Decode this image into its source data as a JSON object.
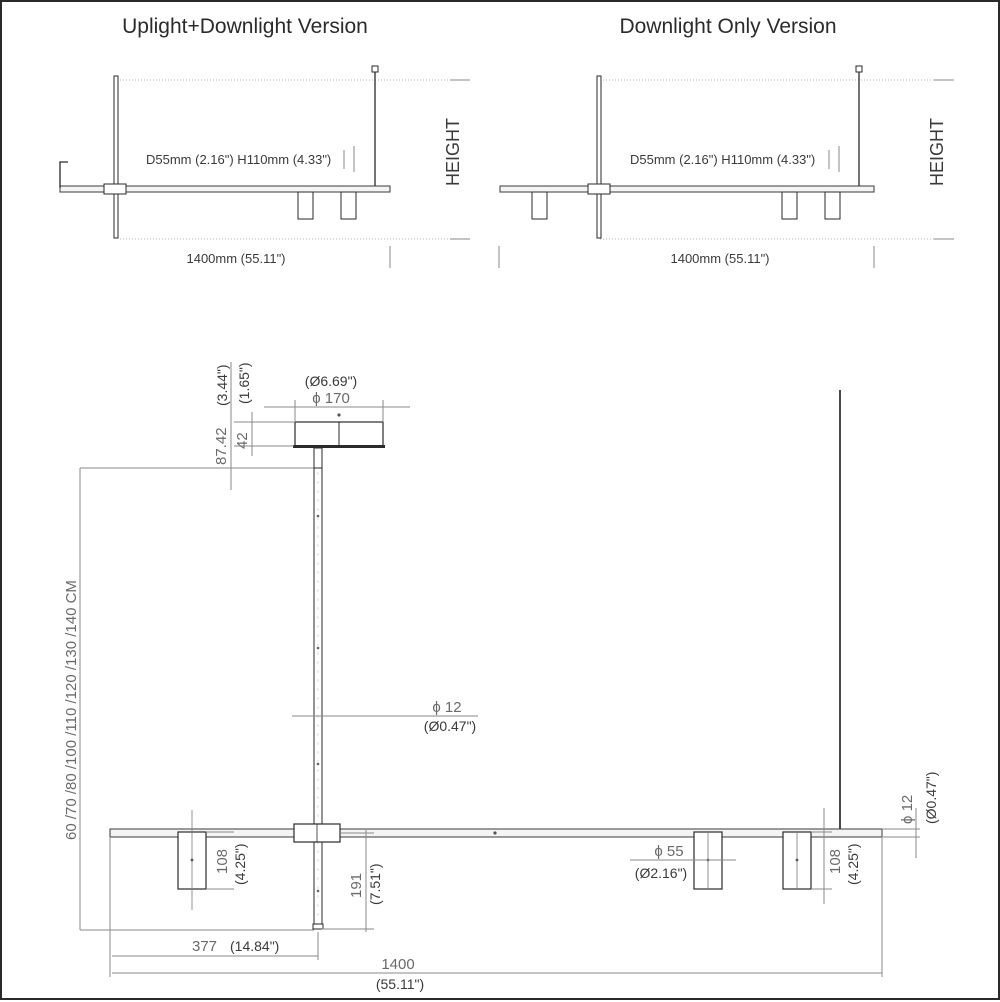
{
  "diagram": {
    "top_left": {
      "title": "Uplight+Downlight Version",
      "shade_spec": "D55mm (2.16\") H110mm (4.33\")",
      "length": "1400mm (55.11\")",
      "height_label": "HEIGHT"
    },
    "top_right": {
      "title": "Downlight Only Version",
      "shade_spec": "D55mm (2.16\") H110mm (4.33\")",
      "length": "1400mm (55.11\")",
      "height_label": "HEIGHT"
    },
    "detail": {
      "canopy_dia_in": "(Ø6.69\")",
      "canopy_dia_mm": "ϕ 170",
      "canopy_total_mm": "87.42",
      "canopy_total_in": "(3.44\")",
      "canopy_height_mm": "42",
      "canopy_height_in": "(1.65\")",
      "drop_heights": "60 /70 /80 /100 /110 /120 /130 /140  CM",
      "stem_dia_mm": "ϕ 12",
      "stem_dia_in": "(Ø0.47\")",
      "bar_dia_mm": "ϕ 12",
      "bar_dia_in": "(Ø0.47\")",
      "shade_dia_mm": "ϕ 55",
      "shade_dia_in": "(Ø2.16\")",
      "shade_height_left_mm": "108",
      "shade_height_left_in": "(4.25\")",
      "shade_height_right_mm": "108",
      "shade_height_right_in": "(4.25\")",
      "stem_below_mm": "191",
      "stem_below_in": "(7.51\")",
      "offset_mm": "377",
      "offset_in": "(14.84\")",
      "total_length_mm": "1400",
      "total_length_in": "(55.11\")"
    }
  }
}
